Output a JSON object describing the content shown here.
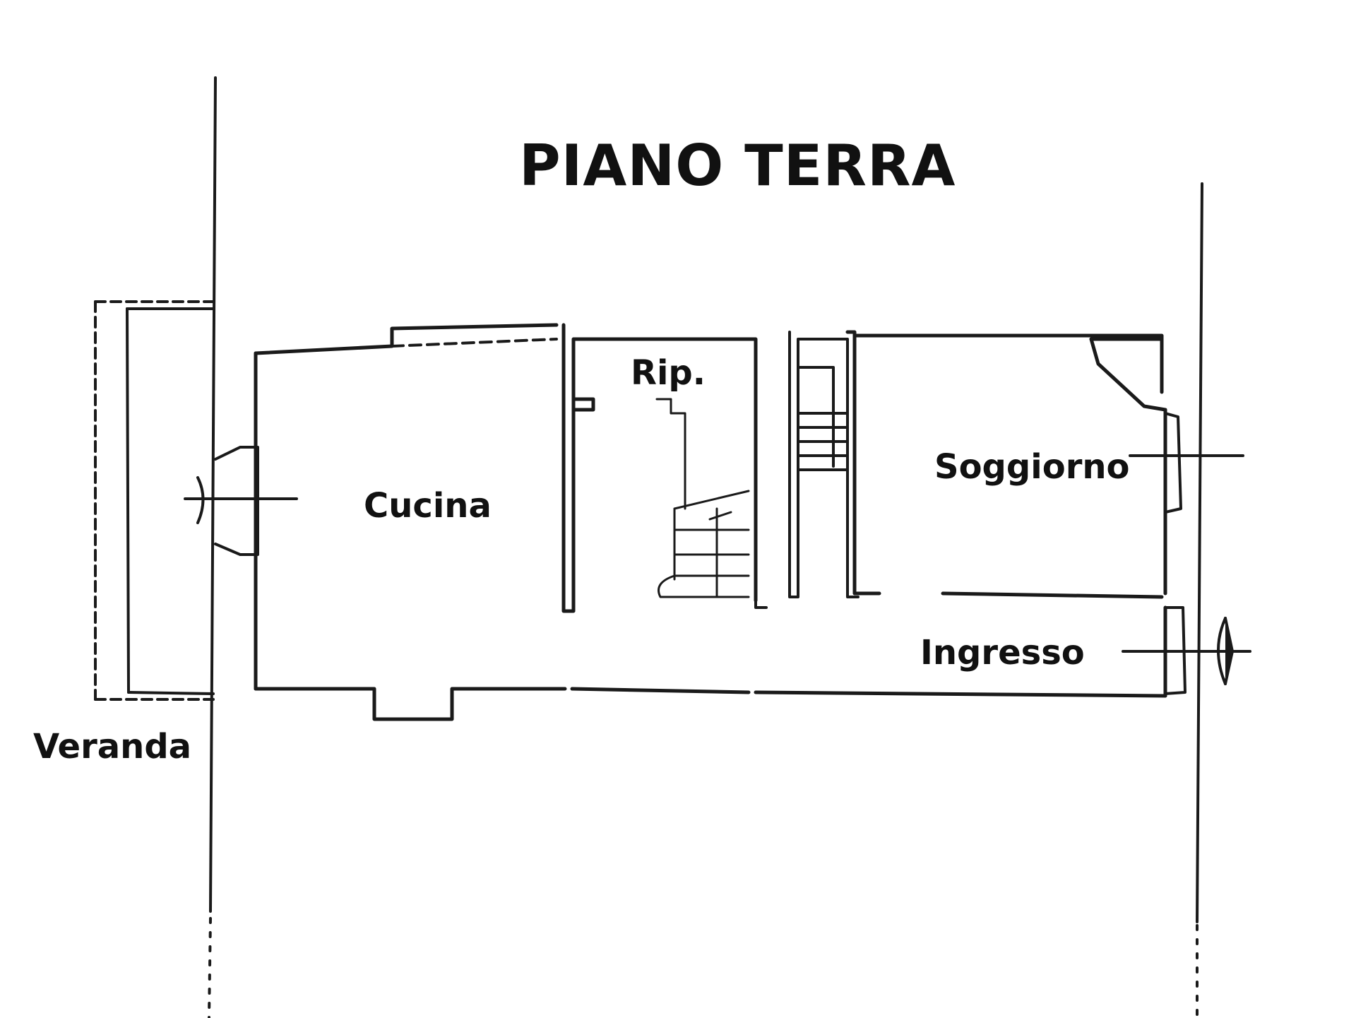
{
  "title": "PIANO TERRA",
  "rooms": {
    "veranda": "Veranda",
    "cucina": "Cucina",
    "ripostiglio": "Rip.",
    "soggiorno": "Soggiorno",
    "ingresso": "Ingresso"
  },
  "colors": {
    "line": "#1a1a1a",
    "background": "#ffffff"
  }
}
